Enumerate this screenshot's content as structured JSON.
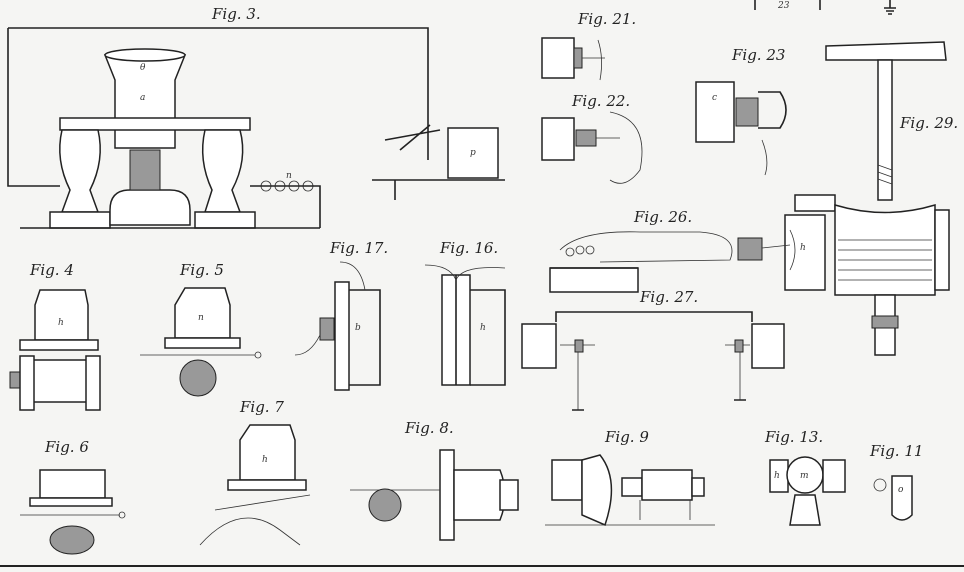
{
  "figures": {
    "fig3": "Fig. 3.",
    "fig21": "Fig. 21.",
    "fig22": "Fig. 22.",
    "fig23": "Fig. 23",
    "fig29": "Fig. 29.",
    "fig26": "Fig. 26.",
    "fig27": "Fig. 27.",
    "fig4": "Fig. 4",
    "fig5": "Fig. 5",
    "fig17": "Fig. 17.",
    "fig16": "Fig. 16.",
    "fig6": "Fig. 6",
    "fig7": "Fig. 7",
    "fig8": "Fig. 8.",
    "fig9": "Fig. 9",
    "fig13": "Fig. 13.",
    "fig11": "Fig. 11"
  },
  "letters": {
    "a": "a",
    "b": "b",
    "n": "n",
    "p": "p",
    "h": "h",
    "m": "m",
    "o": "o",
    "c": "c",
    "top_number": "23"
  }
}
